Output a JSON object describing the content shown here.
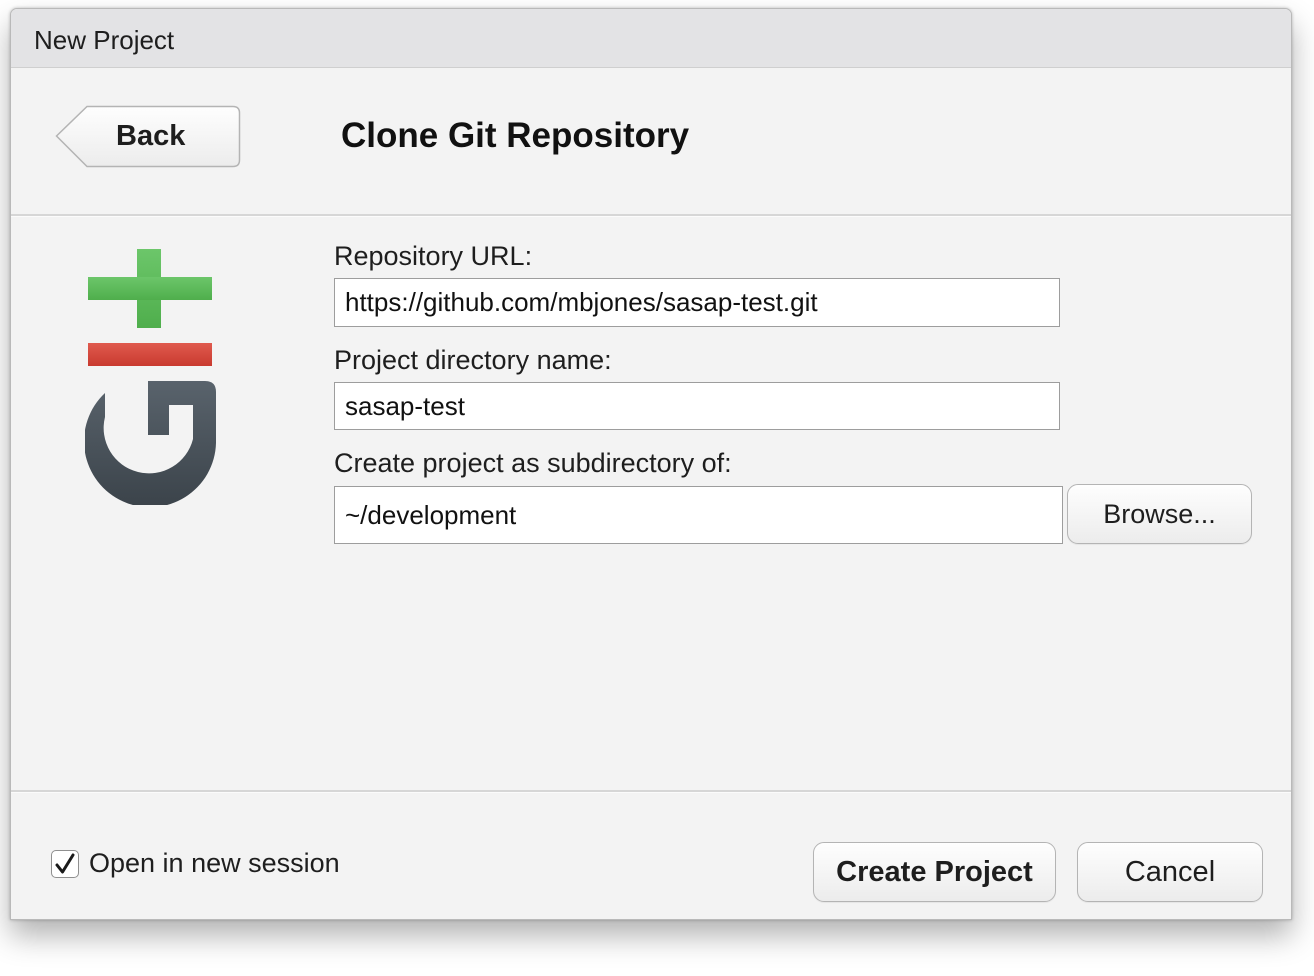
{
  "window": {
    "title": "New Project"
  },
  "header": {
    "back_label": "Back",
    "heading": "Clone Git Repository"
  },
  "logo": {
    "icon": "git-logo-icon",
    "plus_color": "#5cb85c",
    "minus_color": "#d9463a",
    "g_color": "#4d565e"
  },
  "form": {
    "repo_url_label": "Repository URL:",
    "repo_url_value": "https://github.com/mbjones/sasap-test.git",
    "dir_name_label": "Project directory name:",
    "dir_name_value": "sasap-test",
    "subdir_label": "Create project as subdirectory of:",
    "subdir_value": "~/development",
    "browse_label": "Browse..."
  },
  "footer": {
    "open_new_session_label": "Open in new session",
    "open_new_session_checked": true,
    "create_label": "Create Project",
    "cancel_label": "Cancel"
  }
}
